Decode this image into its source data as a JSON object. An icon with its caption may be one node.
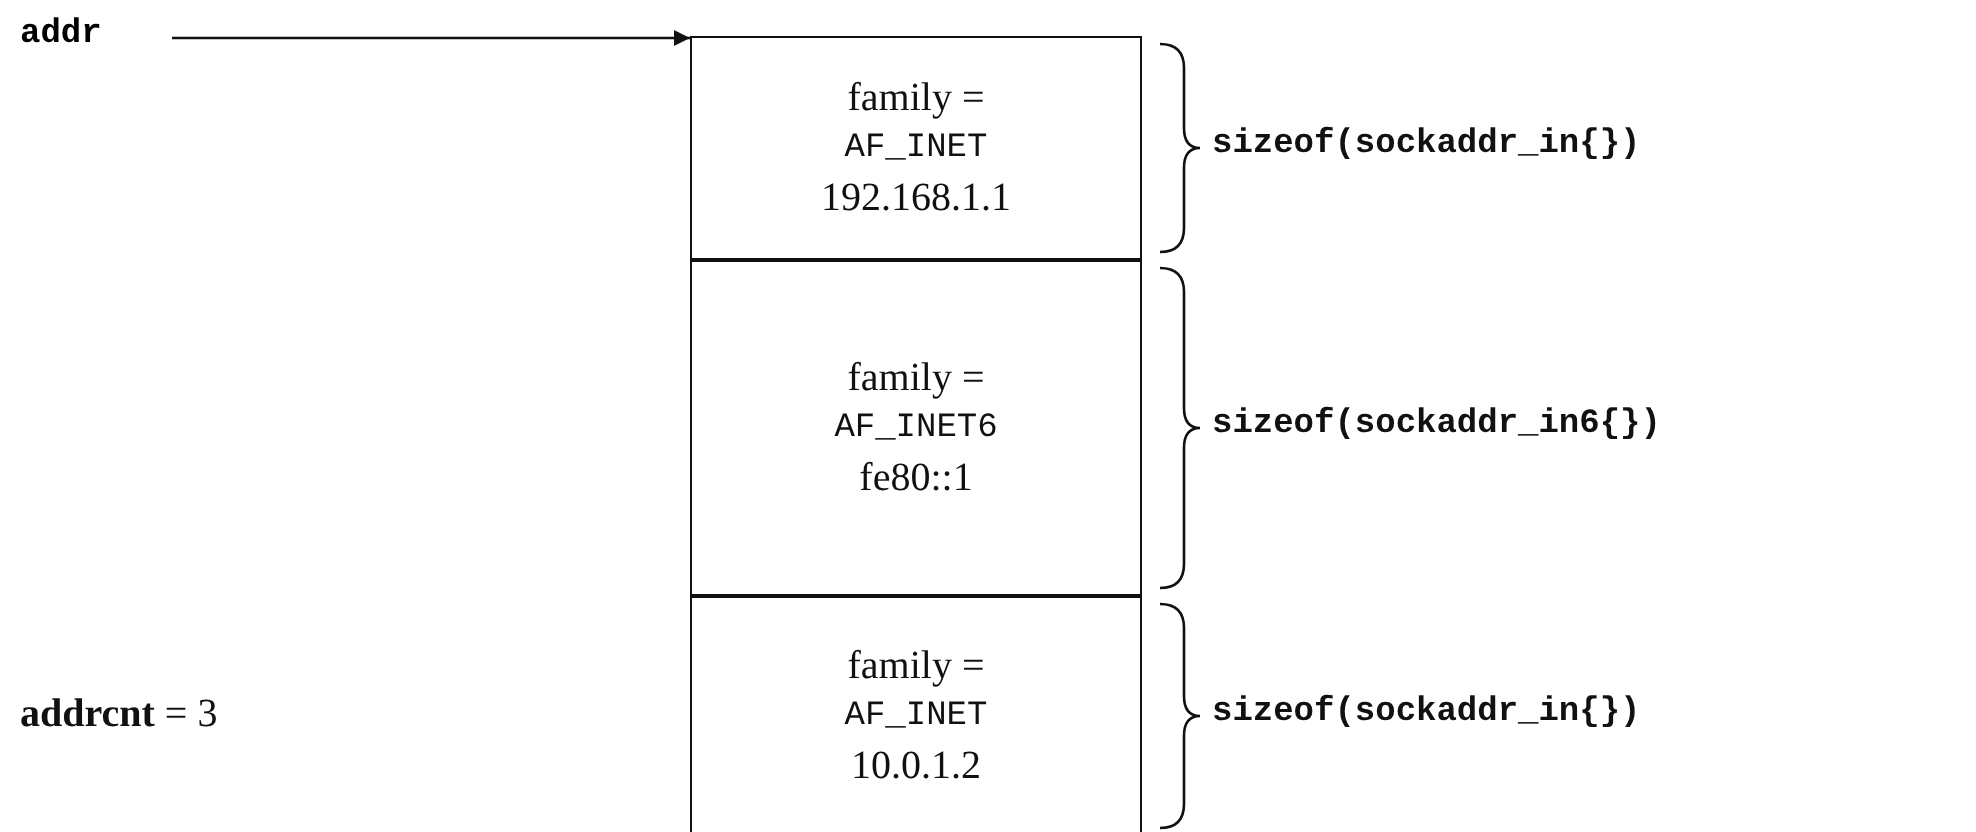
{
  "diagram": {
    "nodes": [
      {
        "text": [
          "addr"
        ]
      },
      {
        "text": [
          "family =",
          "AF_INET",
          "192.168.1.1"
        ],
        "beside": [
          "sizeof(sockaddr_in{})"
        ]
      },
      {
        "text": [
          "family =",
          "AF_INET6",
          "fe80::1"
        ],
        "beside": [
          "sizeof(sockaddr_in6{})"
        ]
      },
      {
        "text": [
          "family =",
          "AF_INET",
          "10.0.1.2"
        ],
        "beside": [
          "sizeof(sockaddr_in{})"
        ]
      }
    ],
    "edges": [
      {
        "from": 0,
        "to": 1,
        "arrow": "to"
      }
    ],
    "labels": [
      "**addrcnt** = 3"
    ]
  }
}
